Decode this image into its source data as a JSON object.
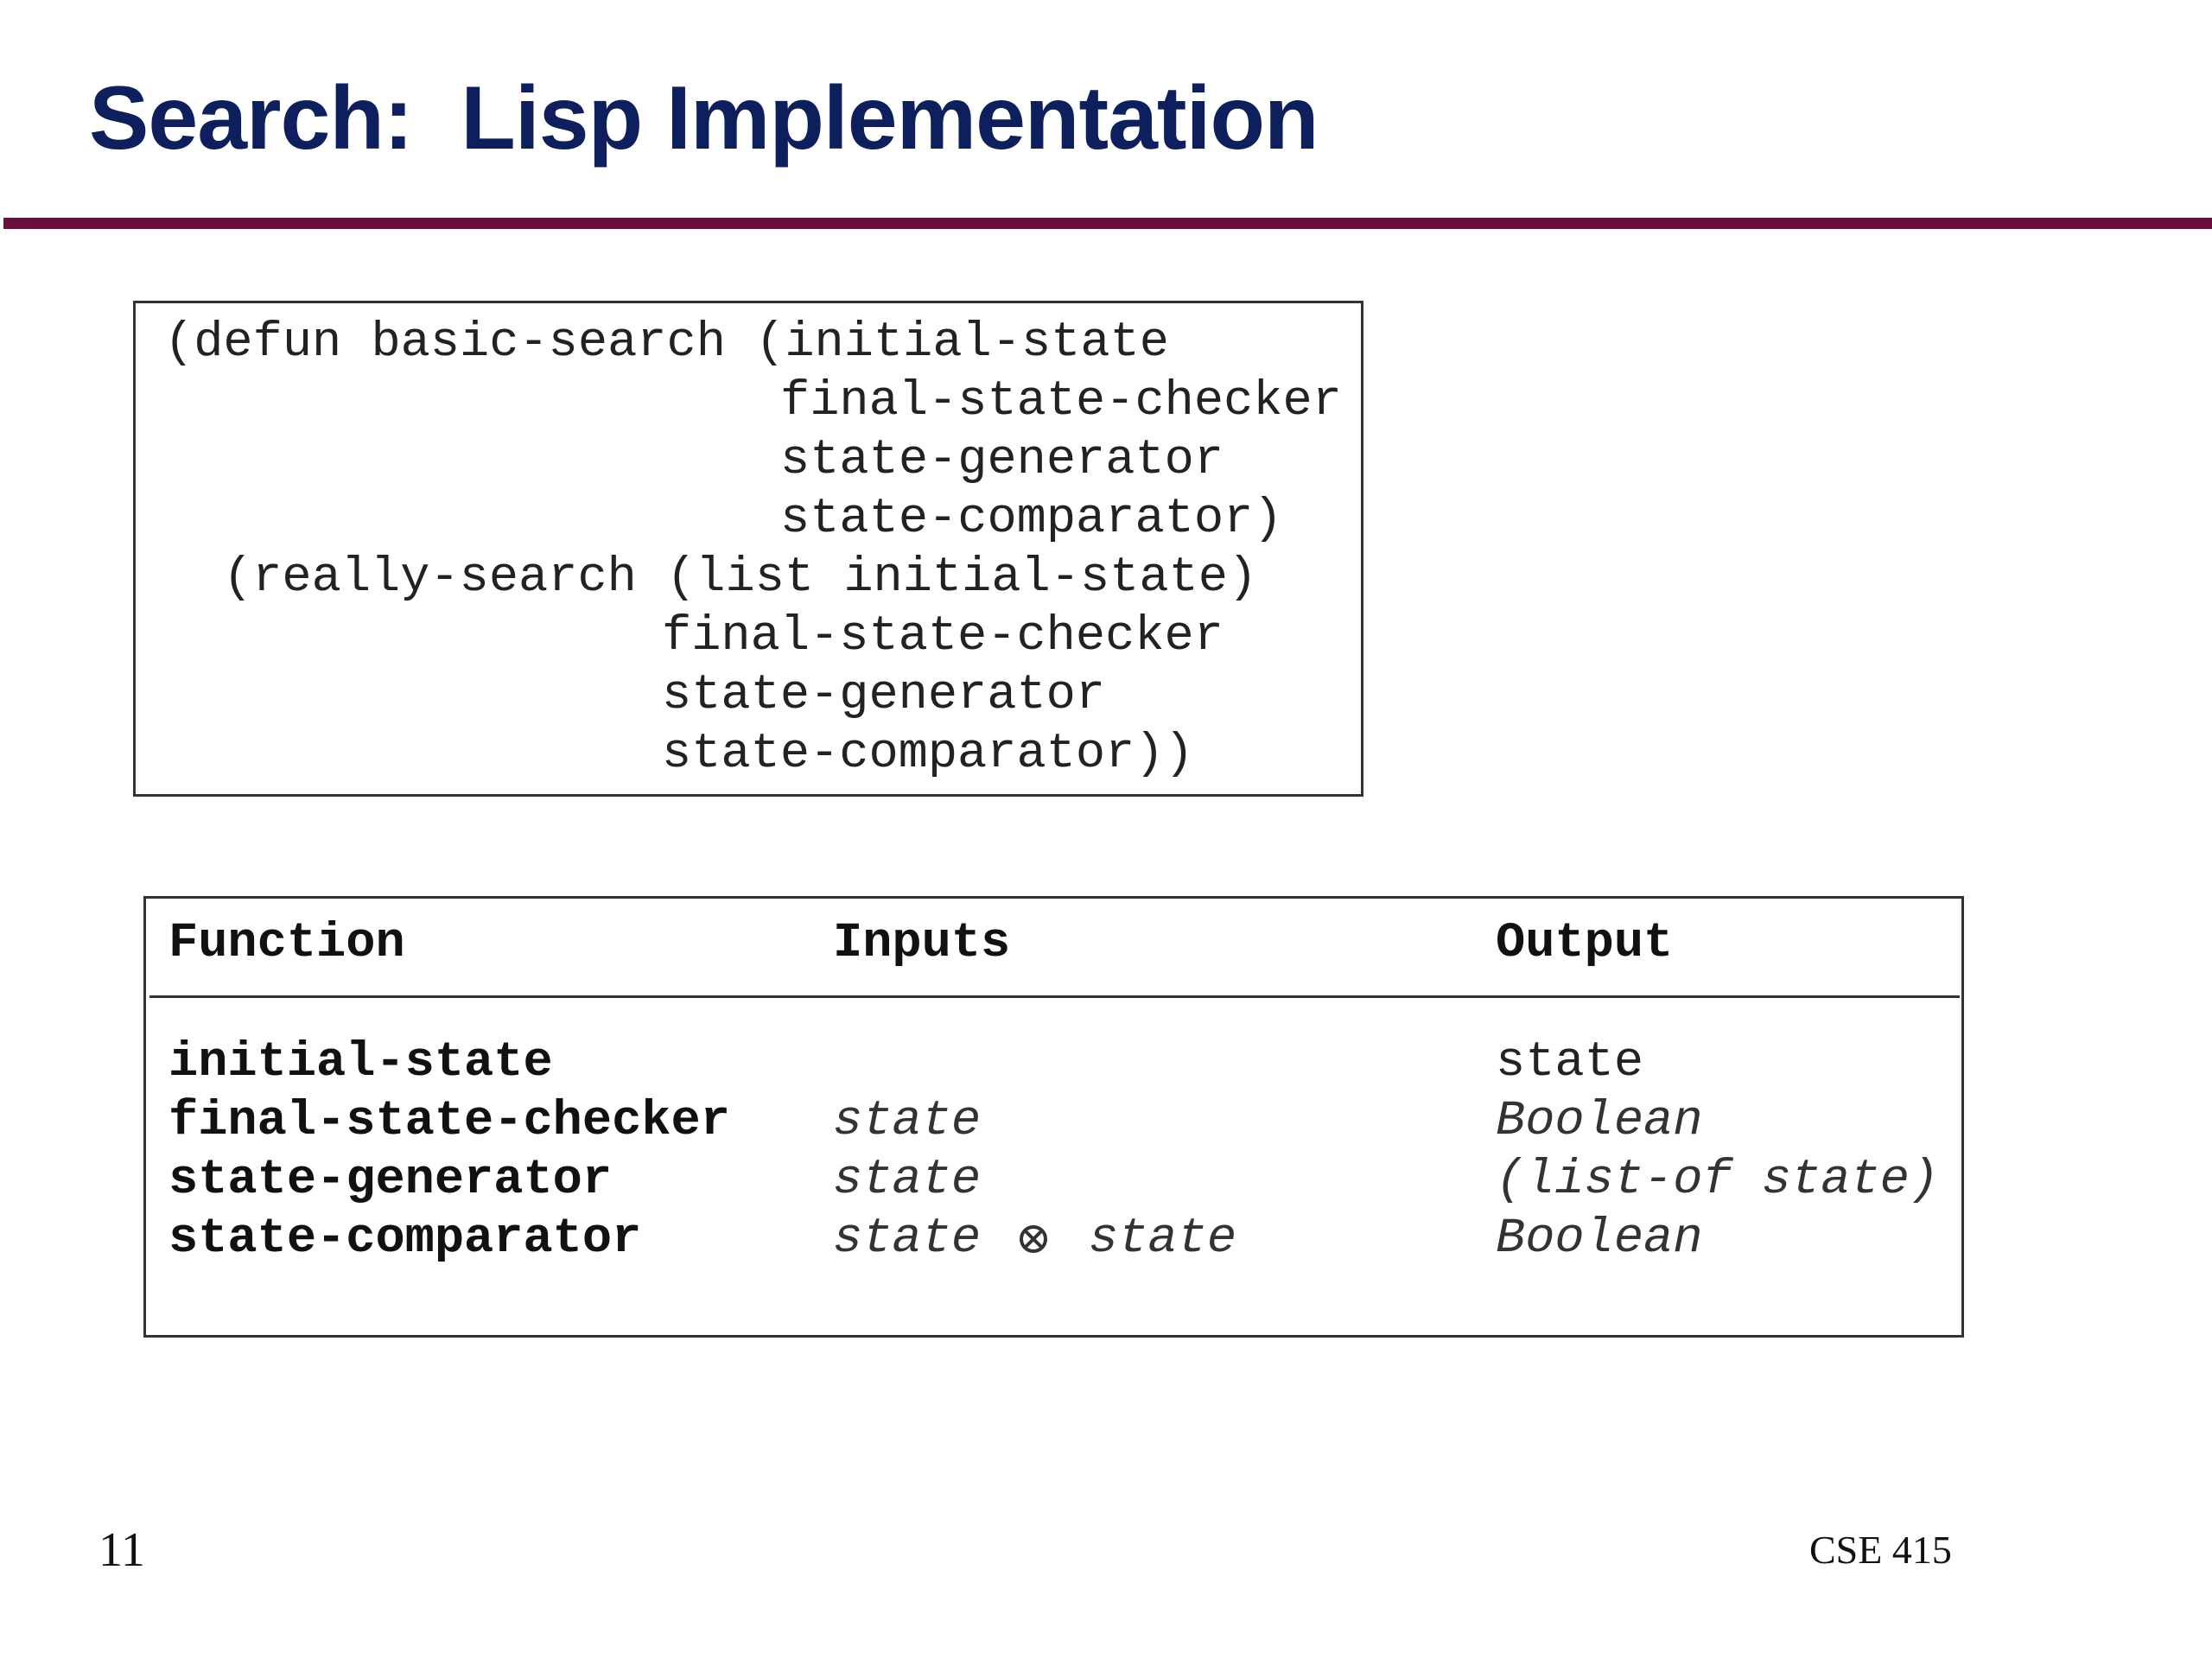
{
  "slide": {
    "title": "Search:  Lisp Implementation",
    "page_number": "11",
    "course": "CSE 415"
  },
  "code": {
    "lines": [
      "(defun basic-search (initial-state",
      "final-state-checker",
      "state-generator",
      "state-comparator)",
      "(really-search (list initial-state)",
      "final-state-checker",
      "state-generator",
      "state-comparator))"
    ]
  },
  "table": {
    "headers": {
      "function": "Function",
      "inputs": "Inputs",
      "output": "Output"
    },
    "rows": [
      {
        "function": "initial-state",
        "inputs": "",
        "output": "state"
      },
      {
        "function": "final-state-checker",
        "inputs": "state",
        "output": "Boolean"
      },
      {
        "function": "state-generator",
        "inputs": "state",
        "output": "(list-of state)"
      },
      {
        "function": "state-comparator",
        "inputs_left": "state",
        "inputs_icon": "cross-product-icon",
        "inputs_right": "state",
        "output": "Boolean"
      }
    ]
  }
}
